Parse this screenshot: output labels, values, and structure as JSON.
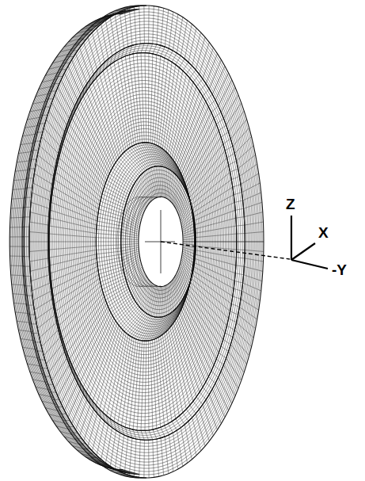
{
  "diagram": {
    "labels": [
      "Z",
      "X",
      "-Y"
    ]
  }
}
